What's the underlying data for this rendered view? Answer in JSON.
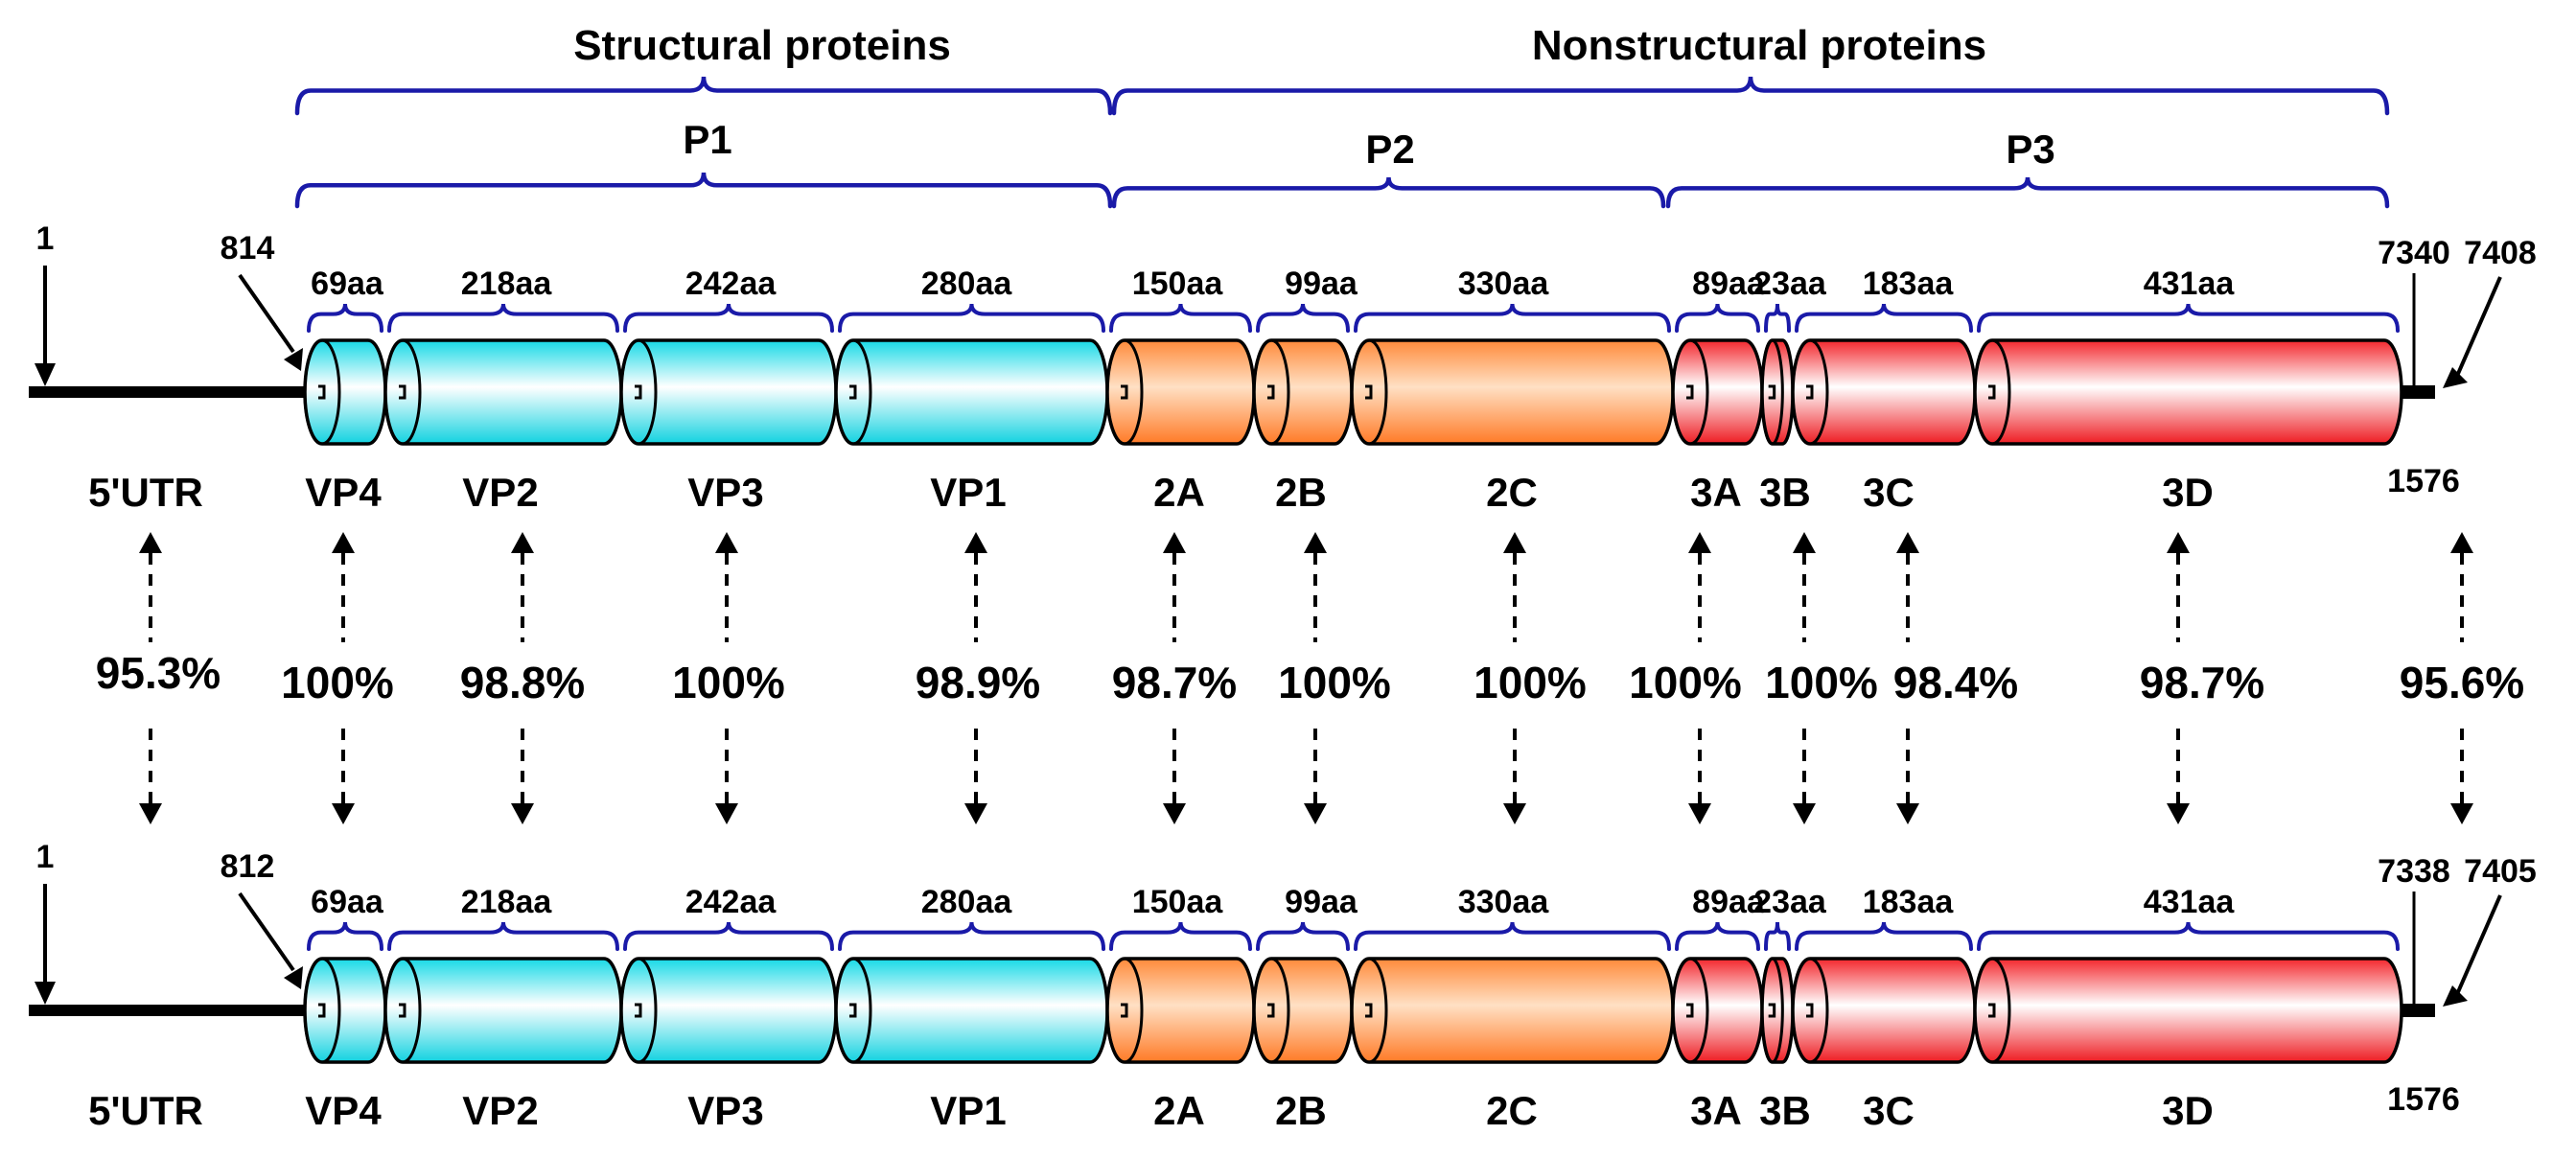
{
  "colors": {
    "structural": "#1ee6ef",
    "p2": "#ff8a3a",
    "p3": "#f2262a",
    "bracket": "#1a1aa8",
    "line": "#000000"
  },
  "headers": {
    "structural": "Structural proteins",
    "nonstructural": "Nonstructural proteins",
    "p1": "P1",
    "p2": "P2",
    "p3": "P3"
  },
  "genomes": [
    {
      "start_label": "1",
      "first_pos": "814",
      "end_pos_left": "7340",
      "end_pos_right": "7408",
      "utr3_length": "1576",
      "utr5_label": "5'UTR"
    },
    {
      "start_label": "1",
      "first_pos": "812",
      "end_pos_left": "7338",
      "end_pos_right": "7405",
      "utr3_length": "1576",
      "utr5_label": "5'UTR"
    }
  ],
  "proteins": [
    {
      "name": "VP4",
      "length": "69aa",
      "group": "structural",
      "identity": "100%"
    },
    {
      "name": "VP2",
      "length": "218aa",
      "group": "structural",
      "identity": "98.8%"
    },
    {
      "name": "VP3",
      "length": "242aa",
      "group": "structural",
      "identity": "100%"
    },
    {
      "name": "VP1",
      "length": "280aa",
      "group": "structural",
      "identity": "98.9%"
    },
    {
      "name": "2A",
      "length": "150aa",
      "group": "p2",
      "identity": "98.7%"
    },
    {
      "name": "2B",
      "length": "99aa",
      "group": "p2",
      "identity": "100%"
    },
    {
      "name": "2C",
      "length": "330aa",
      "group": "p2",
      "identity": "100%"
    },
    {
      "name": "3A",
      "length": "89aa",
      "group": "p3",
      "identity": "100%"
    },
    {
      "name": "3B",
      "length": "23aa",
      "group": "p3",
      "identity": "100%"
    },
    {
      "name": "3C",
      "length": "183aa",
      "group": "p3",
      "identity": "98.4%"
    },
    {
      "name": "3D",
      "length": "431aa",
      "group": "p3",
      "identity": "98.7%"
    }
  ],
  "utr5_identity": "95.3%",
  "utr3_identity": "95.6%"
}
